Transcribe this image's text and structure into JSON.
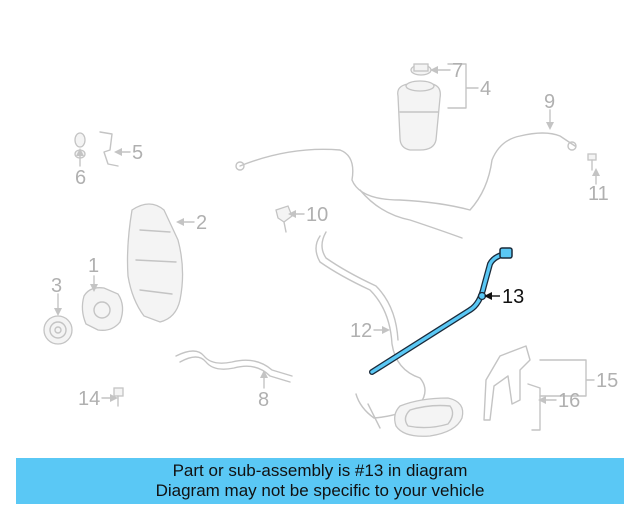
{
  "diagram": {
    "callouts": [
      "1",
      "2",
      "3",
      "4",
      "5",
      "6",
      "7",
      "8",
      "9",
      "10",
      "11",
      "12",
      "13",
      "14",
      "15",
      "16"
    ],
    "highlighted_part": "13",
    "colors": {
      "highlight": "#5ac8f5",
      "highlight_outline": "#1a2a3a",
      "ghost": "#c4c4c4"
    }
  },
  "banner": {
    "line1": "Part or sub-assembly is #13 in diagram",
    "line2": "Diagram may not be specific to your vehicle"
  }
}
